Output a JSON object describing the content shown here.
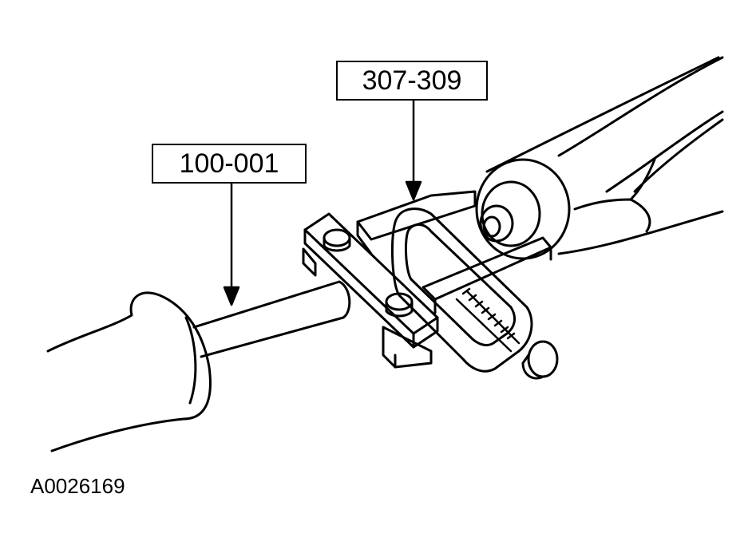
{
  "callouts": {
    "slide_hammer": "100-001",
    "remover_tool": "307-309"
  },
  "figure_id": "A0026169",
  "colors": {
    "line": "#000000",
    "background": "#ffffff"
  }
}
